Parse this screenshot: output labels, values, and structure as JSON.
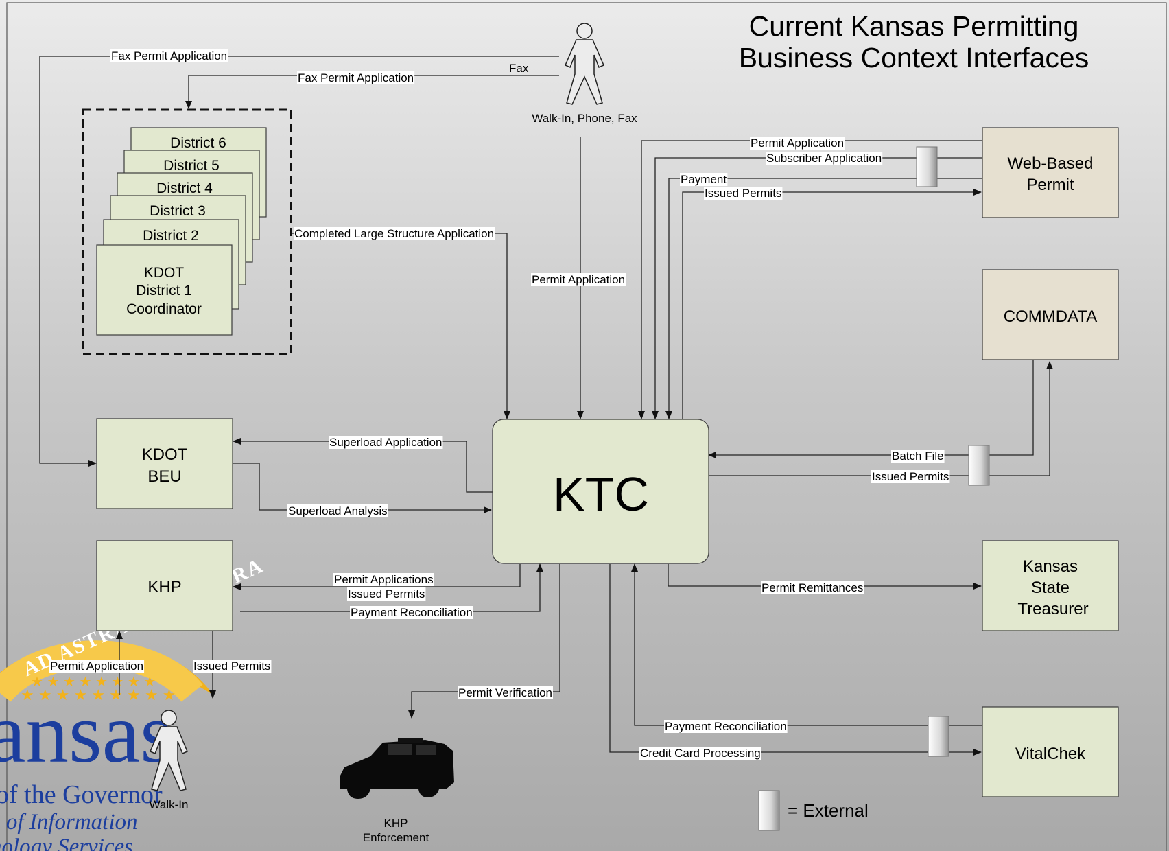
{
  "title": {
    "line1": "Current Kansas Permitting",
    "line2": "Business Context Interfaces"
  },
  "nodes": {
    "ktc": "KTC",
    "kdot_beu": [
      "KDOT",
      "BEU"
    ],
    "khp": "KHP",
    "web_permit": [
      "Web-Based",
      "Permit"
    ],
    "commdata": "COMMDATA",
    "treasurer": [
      "Kansas",
      "State",
      "Treasurer"
    ],
    "vitalchek": "VitalChek",
    "districts": [
      "District 6",
      "District 5",
      "District 4",
      "District 3",
      "District 2"
    ],
    "district1": [
      "KDOT",
      "District 1",
      "Coordinator"
    ]
  },
  "actors": {
    "walkin_phone_fax": "Walk-In, Phone, Fax",
    "walkin": "Walk-In",
    "khp_enforcement": [
      "KHP",
      "Enforcement"
    ]
  },
  "flows": {
    "fax_app_1": "Fax Permit Application",
    "fax_app_2": "Fax Permit Application",
    "fax": "Fax",
    "completed_large": "Completed Large Structure Application",
    "permit_app_center": "Permit Application",
    "web_permit_app": "Permit Application",
    "web_subscriber_app": "Subscriber Application",
    "web_payment": "Payment",
    "web_issued": "Issued Permits",
    "superload_app": "Superload Application",
    "superload_analysis": "Superload Analysis",
    "batch_file": "Batch File",
    "commdata_issued": "Issued Permits",
    "khp_apps": "Permit Applications",
    "khp_issued": "Issued Permits",
    "khp_payment_recon": "Payment Reconciliation",
    "remittances": "Permit Remittances",
    "walkin_permit_app": "Permit Application",
    "walkin_issued": "Issued Permits",
    "permit_verification": "Permit Verification",
    "vital_payment_recon": "Payment Reconciliation",
    "credit_card": "Credit Card Processing"
  },
  "legend": {
    "external": "= External"
  },
  "seal": {
    "motto": "AD ASTRA PER ASPERA",
    "state": "ansas",
    "line1": "of the Governor",
    "line2": "e of Information",
    "line3": "nology Services"
  }
}
